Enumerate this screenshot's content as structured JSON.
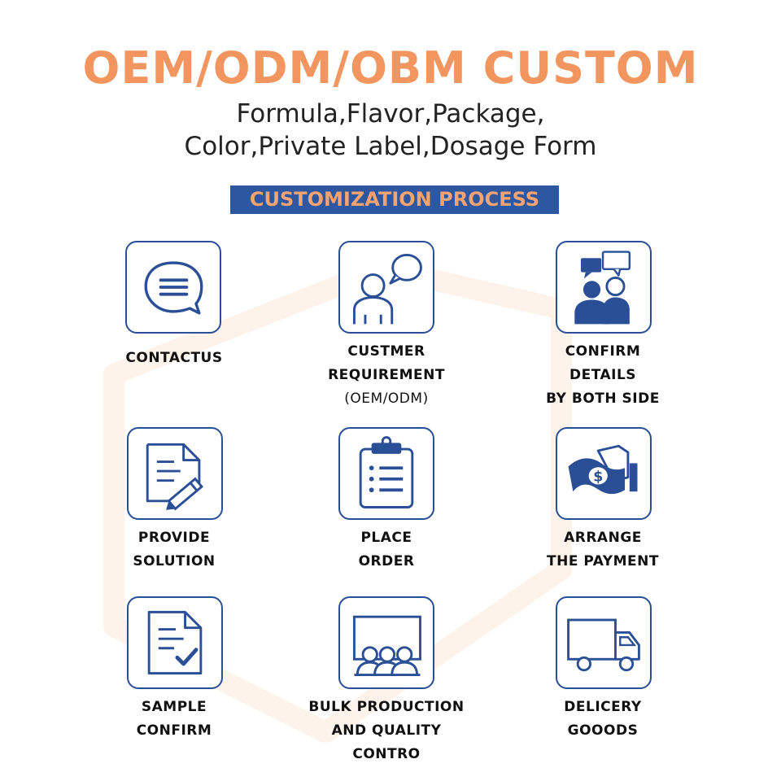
{
  "title": "OEM/ODM/OBM CUSTOM",
  "subtitle_lines": [
    "Formula,Flavor,Package,",
    "Color,Private Label,Dosage Form"
  ],
  "banner": "CUSTOMIZATION PROCESS",
  "colors": {
    "title": "#f2955e",
    "banner_bg": "#2e57a2",
    "banner_text": "#f4a371",
    "icon_blue": "#2a4f96"
  },
  "steps": [
    {
      "icon": "chat-bubble-icon",
      "lines": [
        "CONTACTUS"
      ]
    },
    {
      "icon": "customer-speech-icon",
      "lines": [
        "CUSTMER",
        "REQUIREMENT",
        "(OEM/ODM)"
      ]
    },
    {
      "icon": "people-discussion-icon",
      "lines": [
        "CONFIRM",
        "DETAILS",
        "BY BOTH SIDE"
      ]
    },
    {
      "icon": "document-pencil-icon",
      "lines": [
        "PROVIDE",
        "SOLUTION"
      ]
    },
    {
      "icon": "clipboard-list-icon",
      "lines": [
        "PLACE",
        "ORDER"
      ]
    },
    {
      "icon": "money-payment-icon",
      "lines": [
        "ARRANGE",
        "THE PAYMENT"
      ]
    },
    {
      "icon": "document-check-icon",
      "lines": [
        "SAMPLE",
        "CONFIRM"
      ]
    },
    {
      "icon": "production-team-icon",
      "lines": [
        "BULK PRODUCTION",
        "AND QUALITY",
        "CONTRO"
      ]
    },
    {
      "icon": "delivery-truck-icon",
      "lines": [
        "DELICERY",
        "GOOODS"
      ]
    }
  ]
}
